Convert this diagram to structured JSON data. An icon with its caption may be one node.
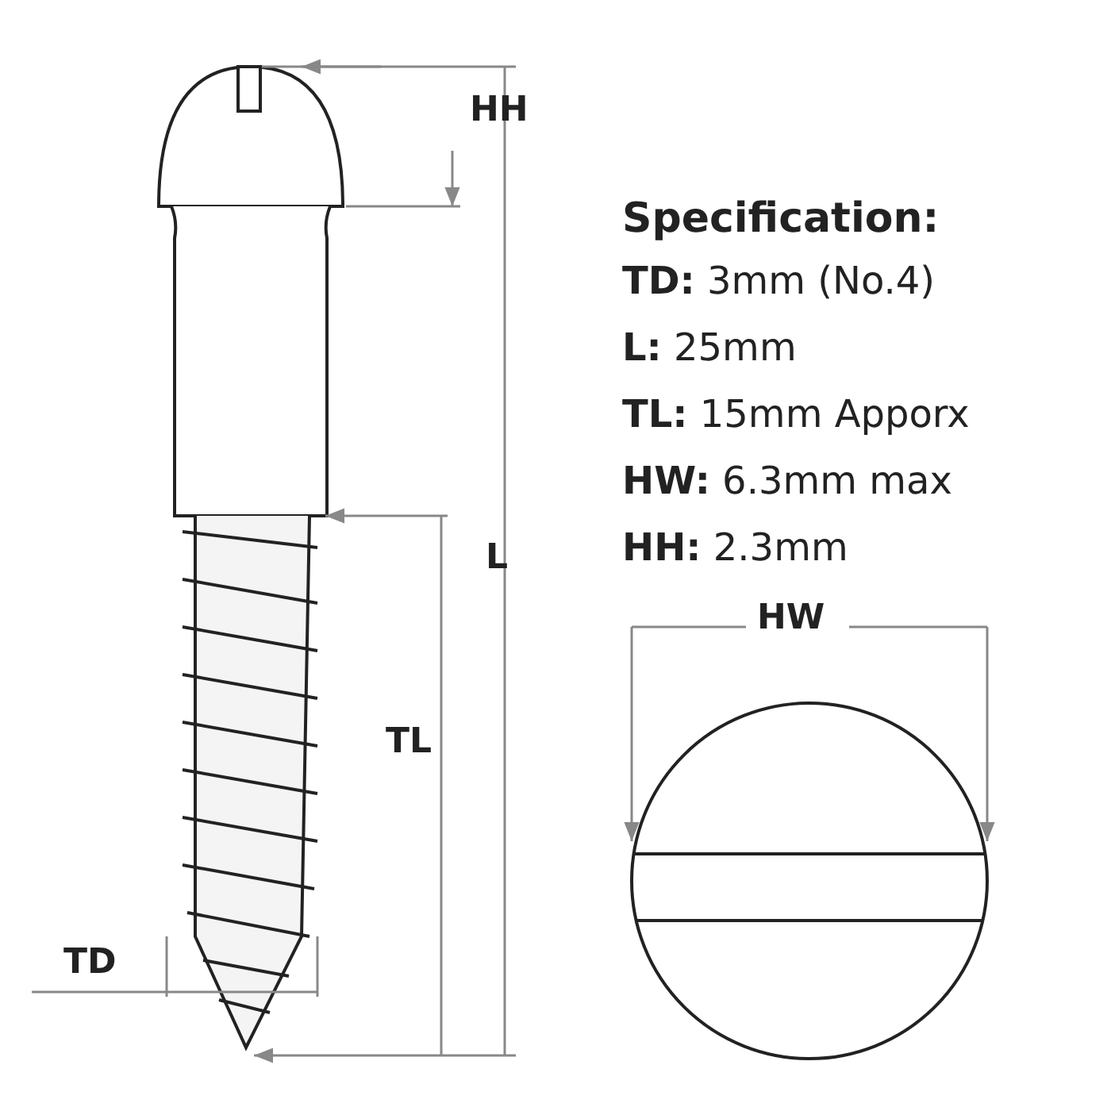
{
  "diagram": {
    "labels": [
      "HH",
      "Specification:",
      "**TD:** 3mm (No.4)",
      "**L:** 25mm",
      "**TL:** 15mm Apporx",
      "**HW:** 6.3mm max",
      "**HH:** 2.3mm",
      "L",
      "HW",
      "TL",
      "TD"
    ]
  }
}
